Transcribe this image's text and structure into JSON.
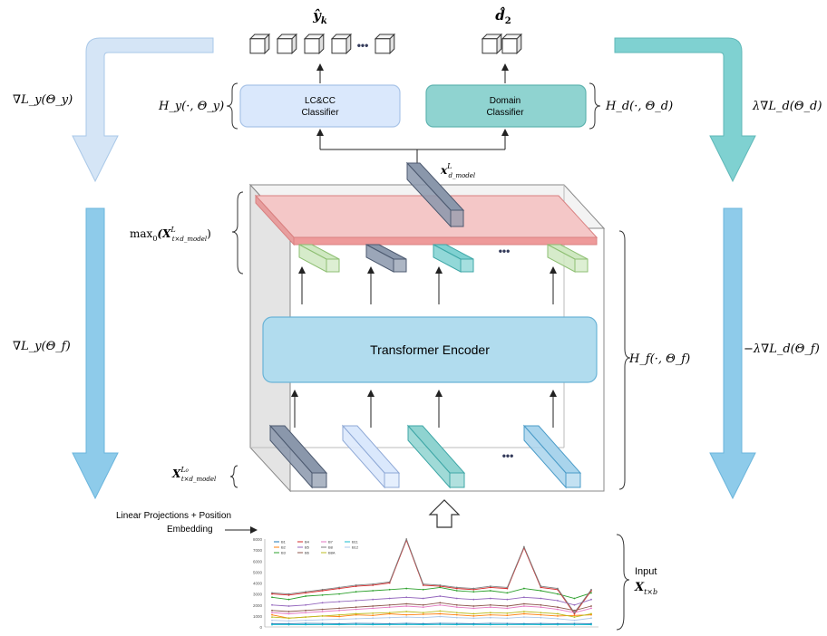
{
  "outputs": {
    "y_label": "ŷ",
    "y_sub": "k",
    "d_label": "d̂",
    "d_sub": "2"
  },
  "classifiers": {
    "lc_line1": "LC&CC",
    "lc_line2": "Classifier",
    "domain_line1": "Domain",
    "domain_line2": "Classifier"
  },
  "labels": {
    "H_y": "H_y(·, Θ_y)",
    "H_d": "H_d(·, Θ_d)",
    "H_f": "H_f(·, Θ_f)",
    "grad_y_theta_y": "∇L_y(Θ_y)",
    "grad_y_theta_f": "∇L_y(Θ_f)",
    "lambda_grad_d": "λ∇L_d(Θ_d)",
    "neg_lambda_grad_d": "−λ∇L_d(Θ_f)",
    "x_L_d": "x",
    "x_L_sup": "L",
    "x_L_sub": "d_model",
    "max_label": "max",
    "max_sub": "0",
    "max_arg": "(X",
    "max_arg_sup": "L",
    "max_arg_sub": "t×d_model",
    "max_close": ")",
    "x0_label": "X",
    "x0_sup": "L₀",
    "x0_sub": "t×d_model",
    "encoder": "Transformer Encoder",
    "projection_line1": "Linear Projections + Position",
    "projection_line2": "Embedding",
    "input_line1": "Input",
    "input_symbol": "X",
    "input_sub": "t×b",
    "dots": "•••"
  },
  "chart_data": {
    "type": "line",
    "title": "",
    "xlabel": "",
    "ylabel": "",
    "ylim": [
      0,
      8000
    ],
    "yticks": [
      "0",
      "1000",
      "2000",
      "3000",
      "4000",
      "5000",
      "6000",
      "7000",
      "8000"
    ],
    "legend": [
      "B1",
      "B2",
      "B3",
      "B4",
      "B5",
      "B6",
      "B7",
      "B8",
      "B8A",
      "B11",
      "B12"
    ],
    "series": [
      {
        "name": "B1",
        "color": "#1f77b4",
        "values": [
          300,
          300,
          320,
          310,
          300,
          320,
          310,
          300,
          320,
          300,
          320,
          310,
          300,
          320,
          310,
          300,
          310,
          300,
          310,
          300
        ]
      },
      {
        "name": "B2",
        "color": "#ff7f0e",
        "values": [
          1100,
          800,
          900,
          1000,
          950,
          1100,
          1050,
          1200,
          1100,
          1150,
          1200,
          1100,
          1000,
          1100,
          1050,
          1200,
          1100,
          1000,
          1050,
          1100
        ]
      },
      {
        "name": "B3",
        "color": "#2ca02c",
        "values": [
          2700,
          2500,
          2800,
          2900,
          3000,
          3200,
          3300,
          3400,
          3500,
          3400,
          3600,
          3300,
          3200,
          3300,
          3100,
          3500,
          3300,
          3000,
          2600,
          3100
        ]
      },
      {
        "name": "B4",
        "color": "#d62728",
        "values": [
          3000,
          2900,
          3100,
          3300,
          3500,
          3700,
          3800,
          4000,
          7900,
          3800,
          3700,
          3500,
          3400,
          3600,
          3500,
          7200,
          3600,
          3400,
          1200,
          3300
        ]
      },
      {
        "name": "B5",
        "color": "#9467bd",
        "values": [
          2000,
          1900,
          2000,
          2200,
          2300,
          2400,
          2500,
          2600,
          2700,
          2600,
          2800,
          2600,
          2500,
          2600,
          2500,
          2700,
          2600,
          2400,
          2000,
          2500
        ]
      },
      {
        "name": "B6",
        "color": "#8c564b",
        "values": [
          1500,
          1400,
          1500,
          1600,
          1700,
          1800,
          1900,
          2000,
          2100,
          2000,
          2200,
          2000,
          1900,
          2000,
          1900,
          2100,
          2000,
          1800,
          1500,
          1900
        ]
      },
      {
        "name": "B7",
        "color": "#e377c2",
        "values": [
          1300,
          1200,
          1300,
          1400,
          1500,
          1600,
          1700,
          1800,
          1900,
          1800,
          2000,
          1800,
          1700,
          1800,
          1700,
          1900,
          1800,
          1600,
          1300,
          1700
        ]
      },
      {
        "name": "B8",
        "color": "#7f7f7f",
        "values": [
          3100,
          3000,
          3200,
          3400,
          3600,
          3800,
          3900,
          4100,
          8000,
          3900,
          3800,
          3600,
          3500,
          3700,
          3600,
          7300,
          3700,
          3500,
          1300,
          3400
        ]
      },
      {
        "name": "B8A",
        "color": "#bcbd22",
        "values": [
          900,
          800,
          900,
          1000,
          1100,
          1200,
          1250,
          1300,
          1400,
          1300,
          1450,
          1300,
          1200,
          1300,
          1250,
          1400,
          1300,
          1200,
          900,
          1200
        ]
      },
      {
        "name": "B11",
        "color": "#17becf",
        "values": [
          200,
          200,
          210,
          200,
          210,
          220,
          210,
          200,
          220,
          210,
          220,
          210,
          200,
          210,
          200,
          220,
          210,
          200,
          200,
          210
        ]
      },
      {
        "name": "B12",
        "color": "#aec7e8",
        "values": [
          600,
          550,
          600,
          650,
          700,
          750,
          800,
          850,
          900,
          850,
          950,
          850,
          800,
          850,
          800,
          900,
          850,
          750,
          600,
          800
        ]
      }
    ]
  }
}
